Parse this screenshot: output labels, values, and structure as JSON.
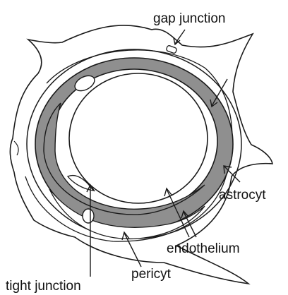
{
  "labels": {
    "gap_junction": "gap junction",
    "astrocyt": "astrocyt",
    "endothelium": "endothelium",
    "pericyt": "pericyt",
    "tight_junction": "tight junction"
  },
  "colors": {
    "stroke": "#1a1a1a",
    "endothelium_fill": "#8f8f8f",
    "background": "#ffffff"
  }
}
